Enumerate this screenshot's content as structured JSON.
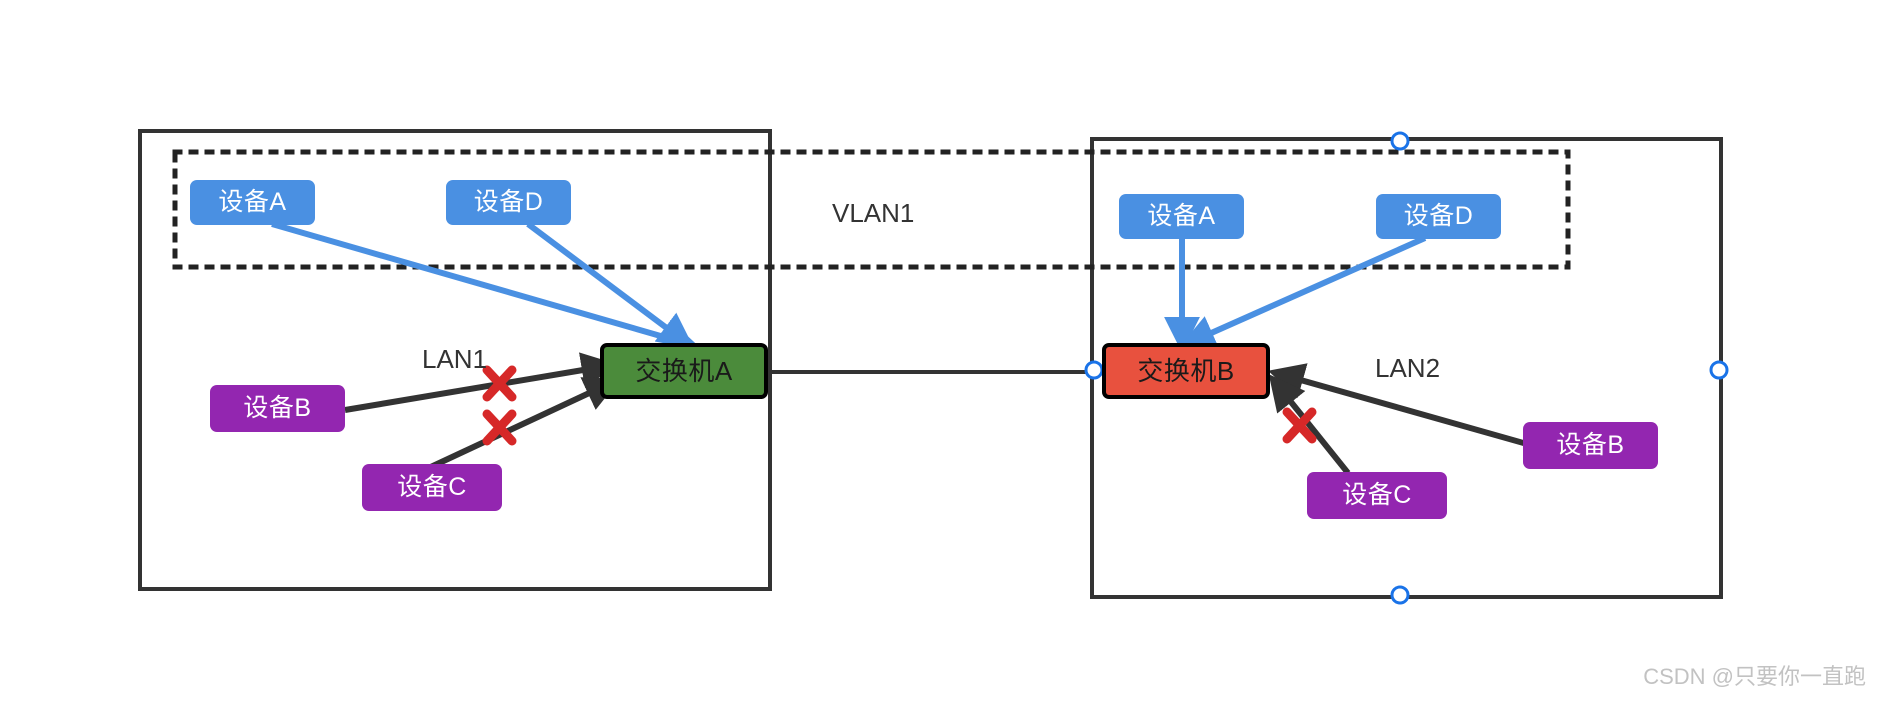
{
  "diagram": {
    "title": "VLAN cross-switch broadcast domain diagram",
    "watermark": "CSDN @只要你一直跑",
    "colors": {
      "device_blue": "#4a90e2",
      "device_purple": "#9326b0",
      "switch_a_green": "#4b8b3b",
      "switch_b_red": "#e8513e",
      "link_blue": "#4a90e2",
      "link_black": "#333333",
      "blocked_red": "#d62828",
      "boundary_black": "#333333",
      "handle_blue": "#1a73e8"
    },
    "containers": [
      {
        "name": "lan1-boundary",
        "label": "LAN1"
      },
      {
        "name": "lan2-boundary",
        "label": "LAN2"
      },
      {
        "name": "vlan1-boundary",
        "label": "VLAN1"
      }
    ],
    "labels": {
      "vlan1": "VLAN1",
      "lan1": "LAN1",
      "lan2": "LAN2"
    },
    "nodes": {
      "left": {
        "device_a": "设备A",
        "device_d": "设备D",
        "device_b": "设备B",
        "device_c": "设备C",
        "switch": "交换机A"
      },
      "right": {
        "device_a": "设备A",
        "device_d": "设备D",
        "device_b": "设备B",
        "device_c": "设备C",
        "switch": "交换机B"
      }
    },
    "links": [
      {
        "name": "left-device-a-to-switch-a",
        "type": "allowed",
        "color": "#4a90e2"
      },
      {
        "name": "left-device-d-to-switch-a",
        "type": "allowed",
        "color": "#4a90e2"
      },
      {
        "name": "left-device-b-to-switch-a",
        "type": "blocked",
        "color": "#333333",
        "marker": "✕"
      },
      {
        "name": "left-device-c-to-switch-a",
        "type": "blocked",
        "color": "#333333",
        "marker": "✕"
      },
      {
        "name": "right-device-a-to-switch-b",
        "type": "allowed",
        "color": "#4a90e2"
      },
      {
        "name": "right-device-d-to-switch-b",
        "type": "allowed",
        "color": "#4a90e2"
      },
      {
        "name": "right-device-b-to-switch-b",
        "type": "allowed",
        "color": "#333333"
      },
      {
        "name": "right-device-c-to-switch-b",
        "type": "blocked",
        "color": "#333333",
        "marker": "✕"
      },
      {
        "name": "switch-a-to-switch-b-trunk",
        "type": "trunk",
        "color": "#333333"
      }
    ],
    "blocked_marker": "✕"
  }
}
